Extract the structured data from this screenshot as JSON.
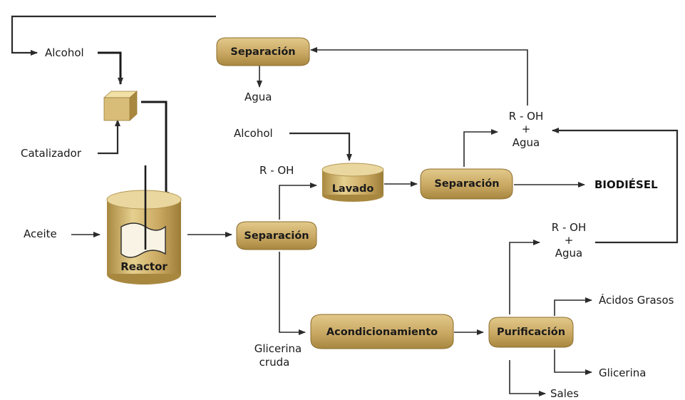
{
  "colors": {
    "process_fill": "#c9a863",
    "process_stroke": "#8c6d2e",
    "line": "#2b2b2b",
    "background": "#ffffff"
  },
  "inputs": {
    "alcohol_top": "Alcohol",
    "catalizador": "Catalizador",
    "aceite": "Aceite",
    "alcohol_wash": "Alcohol",
    "roh_wash": "R - OH"
  },
  "processes": {
    "reactor": "Reactor",
    "separacion_top": "Separación",
    "separacion_main": "Separación",
    "lavado": "Lavado",
    "separacion_mid": "Separación",
    "acondicionamiento": "Acondicionamiento",
    "purificacion": "Purificación"
  },
  "intermediates": {
    "roh_agua_top": {
      "line1": "R - OH",
      "line2": "+",
      "line3": "Agua"
    },
    "roh_agua_bottom": {
      "line1": "R - OH",
      "line2": "+",
      "line3": "Agua"
    },
    "glicerina_cruda": {
      "line1": "Glicerina",
      "line2": "cruda"
    }
  },
  "outputs": {
    "agua": "Agua",
    "biodiesel": "BIODIÉSEL",
    "acidos_grasos": "Ácidos Grasos",
    "glicerina": "Glicerina",
    "sales": "Sales"
  },
  "icons": {
    "mixer": "cube-mixer-icon",
    "reactor": "cylinder-reactor-icon"
  }
}
